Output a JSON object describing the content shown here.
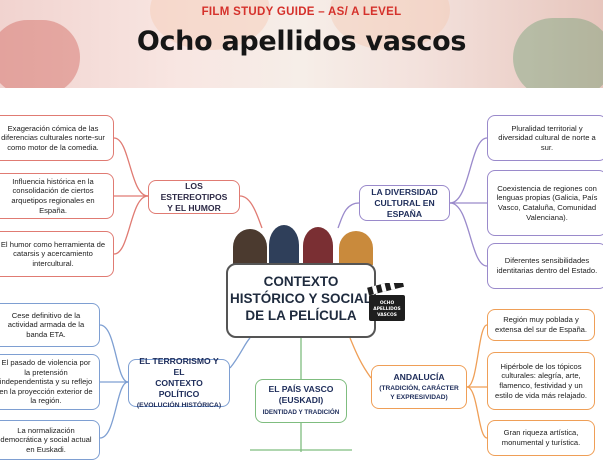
{
  "header": {
    "subtitle": "FILM STUDY GUIDE – AS/ A LEVEL",
    "title": "Ocho apellidos vascos"
  },
  "center": {
    "line1": "CONTEXTO",
    "line2": "HISTÓRICO Y SOCIAL",
    "line3": "DE LA PELÍCULA"
  },
  "clapperboard": {
    "line1": "OCHO",
    "line2": "APELLIDOS",
    "line3": "VASCOS"
  },
  "branches": {
    "estereotipos": {
      "title1": "LOS ESTEREOTIPOS",
      "title2": "Y EL HUMOR",
      "items": [
        "Exageración cómica de las diferencias culturales norte-sur como motor de la comedia.",
        "Influencia histórica en la consolidación de ciertos arquetipos regionales en España.",
        "El humor como herramienta de catarsis y acercamiento intercultural."
      ]
    },
    "diversidad": {
      "title1": "LA DIVERSIDAD",
      "title2": "CULTURAL EN ESPAÑA",
      "items": [
        "Pluralidad territorial y diversidad cultural de norte a sur.",
        "Coexistencia de regiones con lenguas propias (Galicia, País Vasco, Cataluña, Comunidad Valenciana).",
        "Diferentes sensibilidades identitarias dentro del Estado."
      ]
    },
    "terrorismo": {
      "title1": "EL TERRORISMO Y EL",
      "title2": "CONTEXTO POLÍTICO",
      "note": "(EVOLUCIÓN HISTÓRICA)",
      "items": [
        "Cese definitivo de la actividad armada de la banda ETA.",
        "El pasado de violencia por la pretensión independentista y su reflejo en la proyección exterior de la región.",
        "La normalización democrática y social actual en Euskadi."
      ]
    },
    "andalucia": {
      "title1": "ANDALUCÍA",
      "note": "(TRADICIÓN, CARÁCTER Y EXPRESIVIDAD)",
      "items": [
        "Región muy poblada y extensa del sur de España.",
        "Hipérbole de los tópicos culturales: alegría, arte, flamenco, festividad y un estilo de vida más relajado.",
        "Gran riqueza artística, monumental y turística."
      ]
    },
    "paisvasco": {
      "title1": "EL PAÍS VASCO",
      "title2": "(EUSKADI)",
      "note": "IDENTIDAD Y TRADICIÓN"
    }
  }
}
